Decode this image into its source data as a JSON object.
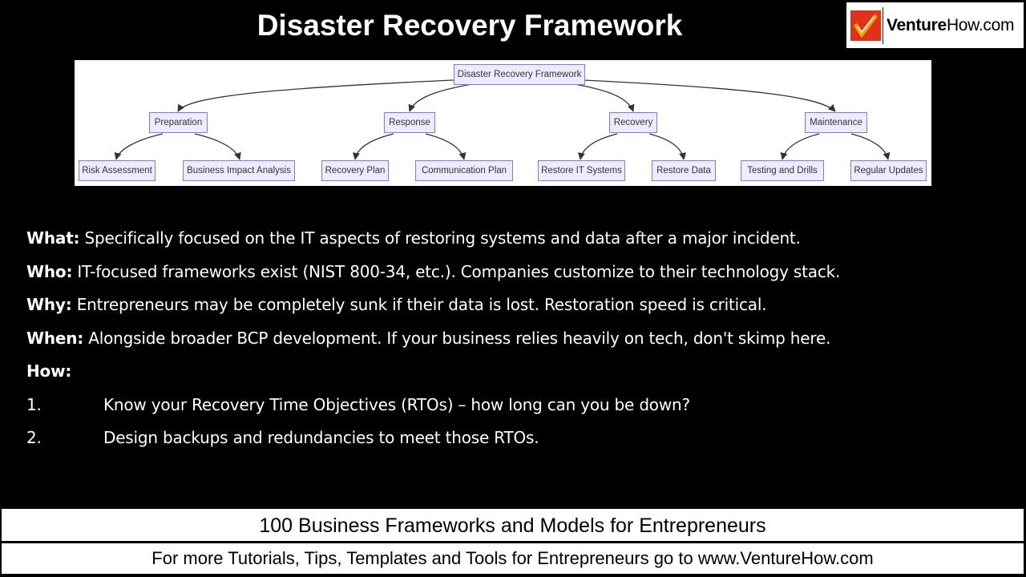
{
  "page": {
    "title": "Disaster Recovery Framework"
  },
  "logo": {
    "brand_bold": "Venture",
    "brand_rest": "How.com",
    "mark_icon": "checkmark-logo-icon",
    "accent": "#E0301E",
    "mark_color": "#F2A900"
  },
  "diagram": {
    "root": "Disaster Recovery Framework",
    "categories": [
      {
        "label": "Preparation",
        "children": [
          "Risk Assessment",
          "Business Impact Analysis"
        ]
      },
      {
        "label": "Response",
        "children": [
          "Recovery Plan",
          "Communication Plan"
        ]
      },
      {
        "label": "Recovery",
        "children": [
          "Restore IT Systems",
          "Restore Data"
        ]
      },
      {
        "label": "Maintenance",
        "children": [
          "Testing and Drills",
          "Regular Updates"
        ]
      }
    ],
    "node_fill": "#ECECFF",
    "node_border": "#9370DB",
    "edge_color": "#333333"
  },
  "content": {
    "what": {
      "key": "What:",
      "text": " Specifically focused on the IT aspects of restoring systems and data after a major incident."
    },
    "who": {
      "key": "Who:",
      "text": " IT-focused frameworks  exist (NIST 800-34, etc.). Companies customize to their technology stack."
    },
    "why": {
      "key": "Why:",
      "text": " Entrepreneurs may be completely sunk if their data is lost. Restoration speed is critical."
    },
    "when": {
      "key": "When:",
      "text": " Alongside broader BCP development. If your business relies heavily on tech, don't skimp here."
    },
    "how": {
      "key": "How:"
    },
    "steps": [
      {
        "num": "1.",
        "text": "Know your Recovery Time Objectives (RTOs) – how long can you be down?"
      },
      {
        "num": "2.",
        "text": "Design backups and redundancies to meet those RTOs."
      }
    ]
  },
  "footer": {
    "series": "100 Business Frameworks and Models for Entrepreneurs",
    "cta": "For more Tutorials, Tips, Templates and Tools for Entrepreneurs go to www.VentureHow.com"
  }
}
